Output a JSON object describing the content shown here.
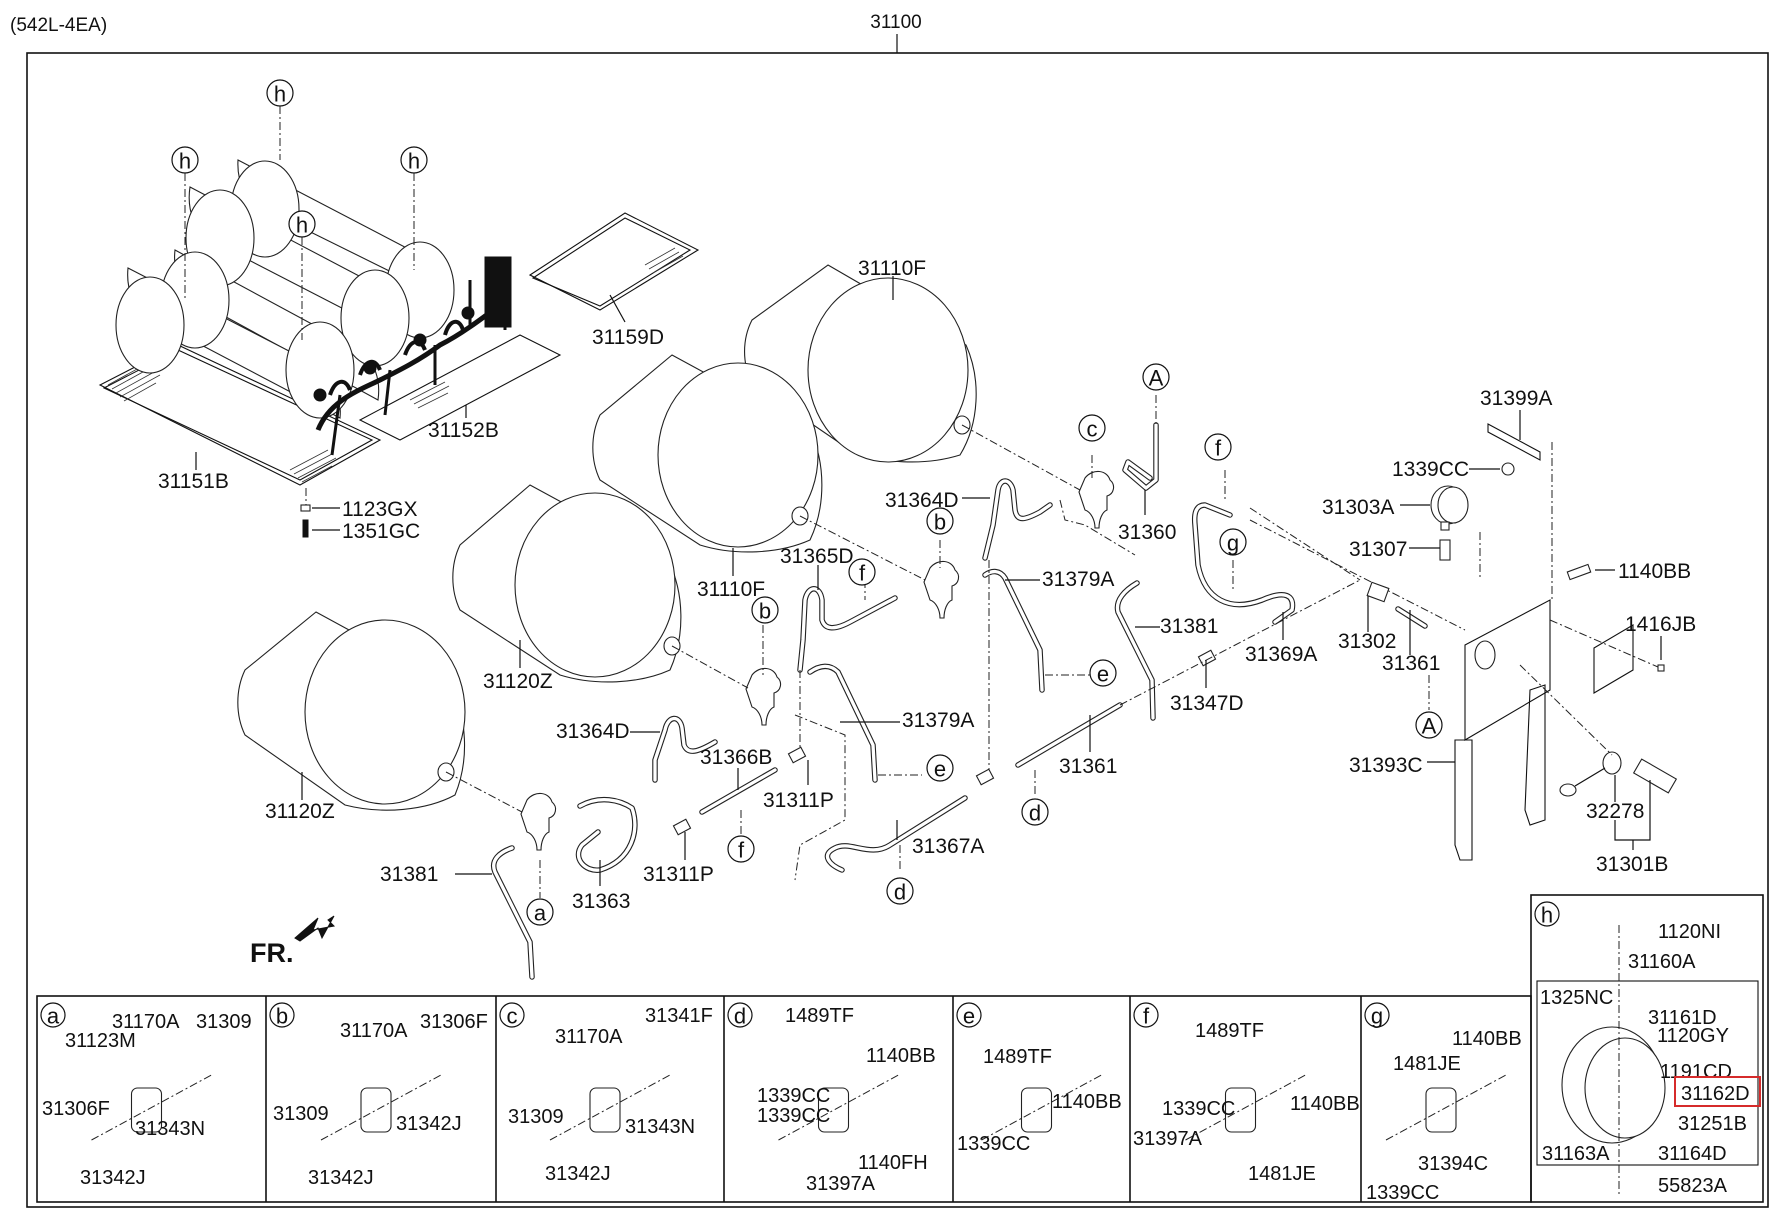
{
  "header": {
    "variant_code": "(542L-4EA)",
    "assembly_number": "31100"
  },
  "highlight_color": "#d62b2b",
  "highlighted_part": "31162D",
  "front_indicator": "FR.",
  "main_labels": [
    {
      "id": "31159D",
      "text": "31159D"
    },
    {
      "id": "31152B",
      "text": "31152B"
    },
    {
      "id": "31151B",
      "text": "31151B"
    },
    {
      "id": "1123GX",
      "text": "1123GX"
    },
    {
      "id": "1351GC",
      "text": "1351GC"
    },
    {
      "id": "31110F-top",
      "text": "31110F"
    },
    {
      "id": "31110F-mid",
      "text": "31110F"
    },
    {
      "id": "31120Z-mid",
      "text": "31120Z"
    },
    {
      "id": "31120Z-left",
      "text": "31120Z"
    },
    {
      "id": "31364D-upper",
      "text": "31364D"
    },
    {
      "id": "31365D",
      "text": "31365D"
    },
    {
      "id": "31379A-upper",
      "text": "31379A"
    },
    {
      "id": "31360",
      "text": "31360"
    },
    {
      "id": "31381-mid",
      "text": "31381"
    },
    {
      "id": "31369A",
      "text": "31369A"
    },
    {
      "id": "31347D",
      "text": "31347D"
    },
    {
      "id": "31361-mid",
      "text": "31361"
    },
    {
      "id": "31379A-lower",
      "text": "31379A"
    },
    {
      "id": "31364D-lower",
      "text": "31364D"
    },
    {
      "id": "31366B",
      "text": "31366B"
    },
    {
      "id": "31311P-right",
      "text": "31311P"
    },
    {
      "id": "31367A",
      "text": "31367A"
    },
    {
      "id": "31381-lower",
      "text": "31381"
    },
    {
      "id": "31363",
      "text": "31363"
    },
    {
      "id": "31311P-lower",
      "text": "31311P"
    },
    {
      "id": "31399A",
      "text": "31399A"
    },
    {
      "id": "1339CC-main",
      "text": "1339CC"
    },
    {
      "id": "31303A",
      "text": "31303A"
    },
    {
      "id": "31307",
      "text": "31307"
    },
    {
      "id": "1140BB-main",
      "text": "1140BB"
    },
    {
      "id": "1416JB",
      "text": "1416JB"
    },
    {
      "id": "31302",
      "text": "31302"
    },
    {
      "id": "31361-right",
      "text": "31361"
    },
    {
      "id": "31393C",
      "text": "31393C"
    },
    {
      "id": "32278",
      "text": "32278"
    },
    {
      "id": "31301B",
      "text": "31301B"
    }
  ],
  "callouts": [
    {
      "id": "h1",
      "letter": "h"
    },
    {
      "id": "h2",
      "letter": "h"
    },
    {
      "id": "h3",
      "letter": "h"
    },
    {
      "id": "h4",
      "letter": "h"
    },
    {
      "id": "A-top",
      "letter": "A"
    },
    {
      "id": "A-right",
      "letter": "A"
    },
    {
      "id": "c-main",
      "letter": "c"
    },
    {
      "id": "b-upper",
      "letter": "b"
    },
    {
      "id": "b-lower",
      "letter": "b"
    },
    {
      "id": "f-upper",
      "letter": "f"
    },
    {
      "id": "f-right",
      "letter": "f"
    },
    {
      "id": "f-lower",
      "letter": "f"
    },
    {
      "id": "g-main",
      "letter": "g"
    },
    {
      "id": "e-upper",
      "letter": "e"
    },
    {
      "id": "e-lower",
      "letter": "e"
    },
    {
      "id": "d-right",
      "letter": "d"
    },
    {
      "id": "d-lower",
      "letter": "d"
    },
    {
      "id": "a-main",
      "letter": "a"
    }
  ],
  "detail_panels": [
    {
      "key": "a",
      "letter": "a",
      "labels": [
        "31170A",
        "31309",
        "31123M",
        "31306F",
        "31343N",
        "31342J"
      ]
    },
    {
      "key": "b",
      "letter": "b",
      "labels": [
        "31170A",
        "31306F",
        "31309",
        "31342J",
        "31342J"
      ]
    },
    {
      "key": "c",
      "letter": "c",
      "labels": [
        "31341F",
        "31170A",
        "31309",
        "31343N",
        "31342J"
      ]
    },
    {
      "key": "d",
      "letter": "d",
      "labels": [
        "1489TF",
        "1140BB",
        "1339CC",
        "1339CC",
        "1140FH",
        "31397A"
      ]
    },
    {
      "key": "e",
      "letter": "e",
      "labels": [
        "1489TF",
        "1140BB",
        "1339CC"
      ]
    },
    {
      "key": "f",
      "letter": "f",
      "labels": [
        "1489TF",
        "1140BB",
        "1339CC",
        "31397A",
        "1481JE"
      ]
    },
    {
      "key": "g",
      "letter": "g",
      "labels": [
        "1140BB",
        "1481JE",
        "31394C",
        "1339CC"
      ]
    },
    {
      "key": "h",
      "letter": "h",
      "labels": [
        "1120NI",
        "31160A",
        "1325NC",
        "31161D",
        "1120GY",
        "1191CD",
        "31162D",
        "31251B",
        "31163A",
        "31164D",
        "55823A"
      ]
    }
  ]
}
